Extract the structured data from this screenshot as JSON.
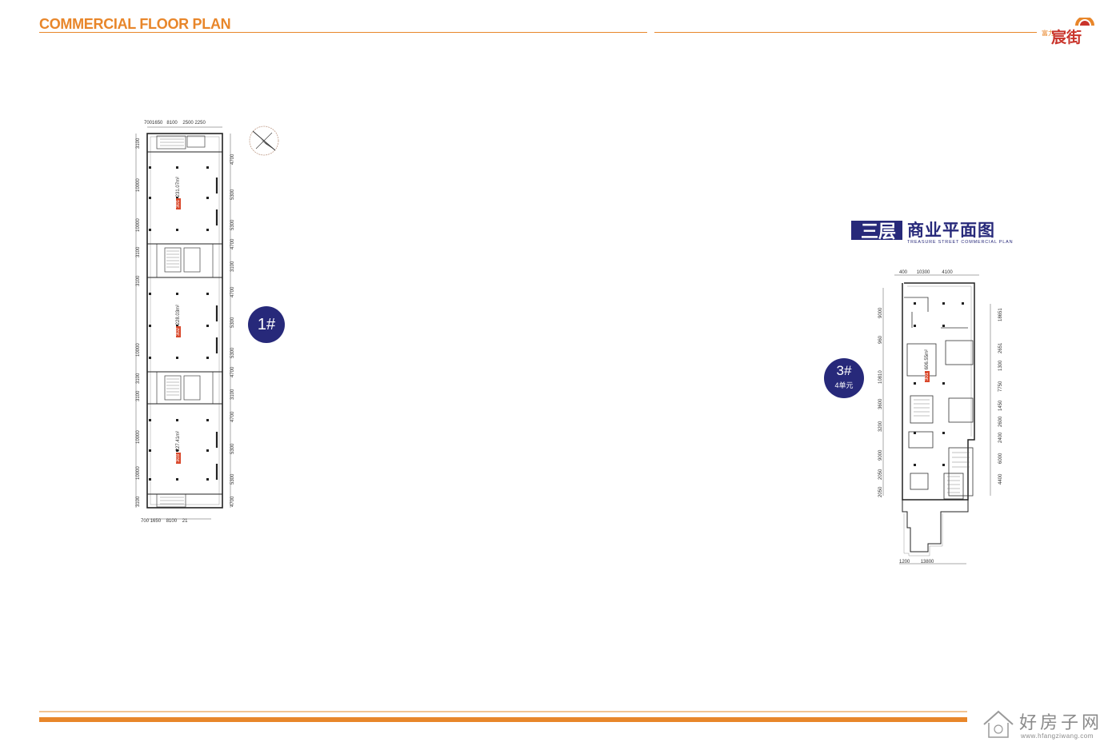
{
  "header": {
    "title": "COMMERCIAL FLOOR PLAN",
    "logo_small": "富力",
    "logo_big": "宸街"
  },
  "building_1": {
    "marker": "1#",
    "top_dims": [
      "700",
      "1650",
      "8100",
      "2500",
      "2250"
    ],
    "bottom_dims": [
      "700",
      "1650",
      "8100",
      "21"
    ],
    "left_dims": [
      "3100",
      "10000",
      "10000",
      "3100",
      "3100",
      "10000",
      "3100",
      "3100",
      "10000",
      "10000",
      "3100"
    ],
    "right_dims": [
      "4700",
      "5300",
      "5300",
      "4700",
      "3100",
      "4700",
      "5300",
      "5300",
      "4700",
      "3100",
      "4700",
      "5300",
      "5300",
      "4700"
    ],
    "units": [
      {
        "tag": "301",
        "area": "231.07m²"
      },
      {
        "tag": "302",
        "area": "228.03m²"
      },
      {
        "tag": "303",
        "area": "227.41m²"
      }
    ]
  },
  "building_3": {
    "marker": "3#",
    "sub": "4单元",
    "title_prefix": "三层",
    "title_cn": "商业平面图",
    "title_en": "TREASURE  STREET  COMMERCIAL  PLAN",
    "top_dims": [
      "400",
      "10300",
      "4100"
    ],
    "bottom_dims": [
      "1200",
      "13800"
    ],
    "left_dims": [
      "9000",
      "960",
      "10810",
      "3600",
      "3200",
      "9000",
      "2050",
      "2050"
    ],
    "right_dims": [
      "18651",
      "2651",
      "1300",
      "7750",
      "1450",
      "2600",
      "2400",
      "6000",
      "4400"
    ],
    "unit": {
      "tag": "301",
      "area": "606.55m²"
    }
  },
  "watermark": {
    "text": "好房子网",
    "url": "www.hfangziwang.com"
  },
  "colors": {
    "accent": "#e8862a",
    "marker": "#27297a",
    "unit_tag": "#d9482b"
  }
}
